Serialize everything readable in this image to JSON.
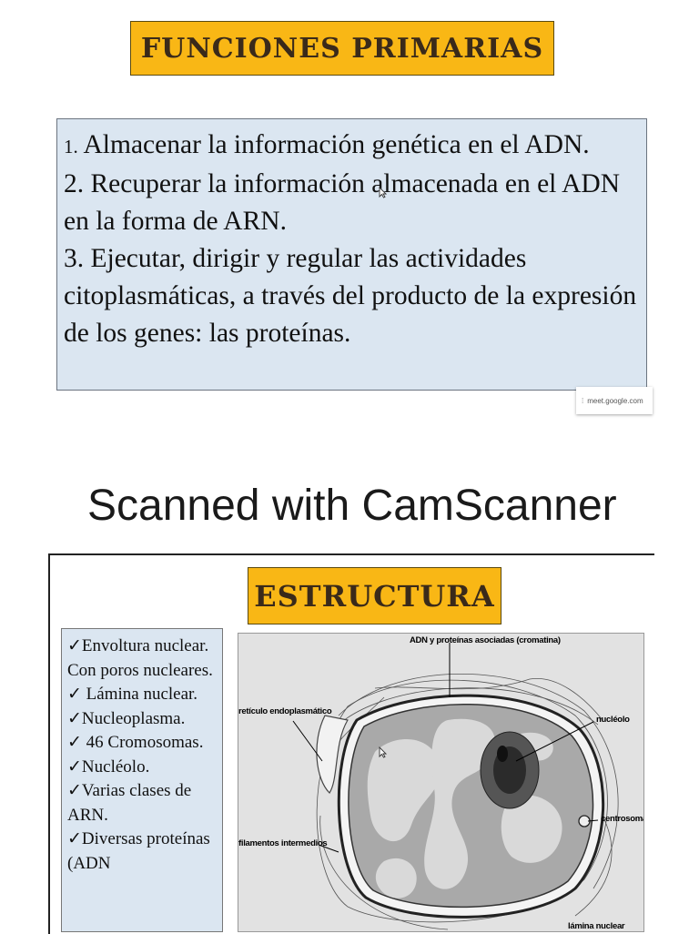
{
  "slide1": {
    "title": "FUNCIONES PRIMARIAS",
    "items": [
      {
        "num": "1.",
        "text": " Almacenar la información genética en el ADN."
      },
      {
        "num": "2.",
        "text": " Recuperar la información almacenada en el ADN en la forma de ARN."
      },
      {
        "num": "3.",
        "text": " Ejecutar, dirigir y regular las actividades citoplasmáticas, a través del producto de la expresión de los genes: las proteínas."
      }
    ],
    "tooltip": "meet.google.com"
  },
  "watermark": "Scanned with CamScanner",
  "slide2": {
    "title": "ESTRUCTURA",
    "list": [
      "✓Envoltura nuclear. Con poros nucleares.",
      "✓ Lámina nuclear.",
      "✓Nucleoplasma.",
      "✓ 46 Cromosomas.",
      "✓Nucléolo.",
      "✓Varias clases de ARN.",
      "✓Diversas proteínas (ADN"
    ],
    "figure_labels": {
      "chromatin": "ADN y proteínas asociadas (cromatina)",
      "er": "retículo endoplasmático",
      "nucleolus": "nucléolo",
      "centrosome": "centrosoma",
      "filaments": "filamentos intermedios",
      "lamina": "lámina nuclear"
    }
  },
  "colors": {
    "title_bg": "#f9b715",
    "box_bg": "#dbe6f1"
  }
}
